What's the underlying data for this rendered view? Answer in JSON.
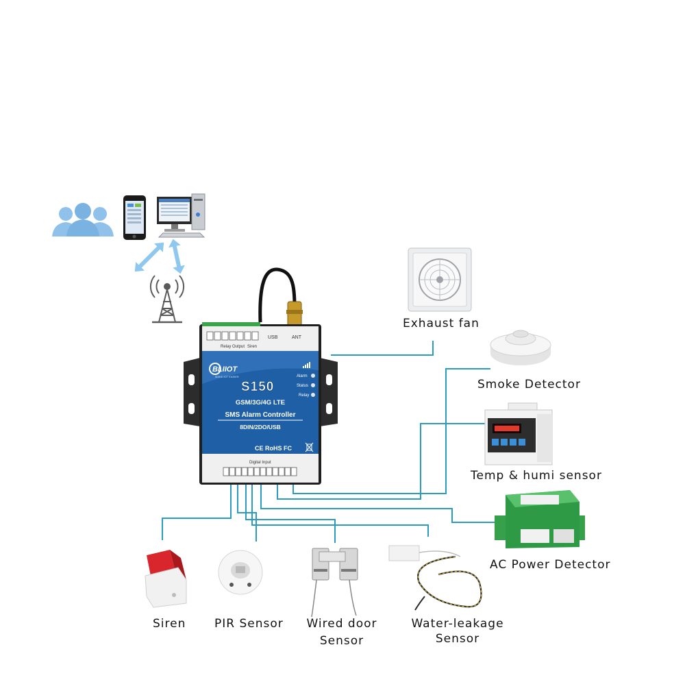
{
  "colors": {
    "wire": "#2b9bc2",
    "people": "#8fc1ea",
    "device_blue": "#1e5fa6",
    "arrow": "#8fc8ef"
  },
  "cloud": {
    "people_icon": "users-group-icon",
    "phone_icon": "smartphone-icon",
    "pc_icon": "desktop-computer-icon",
    "tower_icon": "cell-tower-icon"
  },
  "device": {
    "terminal_top": "Relay Output",
    "terminal_top2": "Siren",
    "usb": "USB",
    "ant": "ANT",
    "brand": "BLIIOT",
    "brand_tagline": "MAKE IOT EASIER",
    "model": "S150",
    "led_alarm": "Alarm",
    "led_status": "Status",
    "led_relay": "Relay",
    "line1": "GSM/3G/4G LTE",
    "line2": "SMS Alarm Controller",
    "line3": "8DIN/2DO/USB",
    "certs": "CE RoHS FC",
    "terminal_bottom": "Digital Input"
  },
  "peripherals": {
    "exhaust_fan": "Exhaust fan",
    "smoke": "Smoke Detector",
    "temp": "Temp & humi sensor",
    "ac": "AC Power Detector",
    "siren": "Siren",
    "pir": "PIR Sensor",
    "door_1": "Wired door",
    "door_2": "Sensor",
    "water_1": "Water-leakage",
    "water_2": "Sensor"
  }
}
